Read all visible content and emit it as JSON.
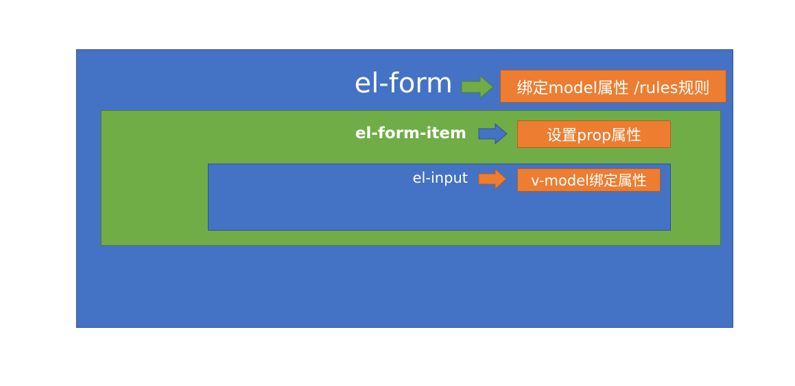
{
  "colors": {
    "blue": "#4472c4",
    "green": "#70ad47",
    "orange": "#ed7d31",
    "text": "#ffffff"
  },
  "diagram": {
    "form": {
      "label": "el-form",
      "arrow_color": "#70ad47",
      "tag": "绑定model属性 /rules规则"
    },
    "form_item": {
      "label": "el-form-item",
      "arrow_color": "#4472c4",
      "tag": "设置prop属性"
    },
    "input": {
      "label": "el-input",
      "arrow_color": "#ed7d31",
      "tag": "v-model绑定属性"
    }
  }
}
